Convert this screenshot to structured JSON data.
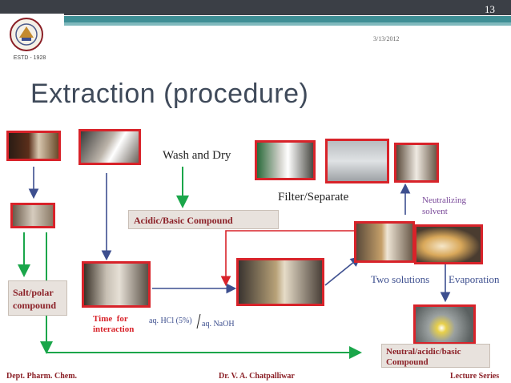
{
  "slide_number": "13",
  "date": "3/13/2012",
  "title": "Extraction (procedure)",
  "logo": {
    "estd": "ESTD - 1928"
  },
  "labels": {
    "wash_dry": "Wash and Dry",
    "filter_separate": "Filter/Separate",
    "neutralizing_solvent_1": "Neutralizing",
    "neutralizing_solvent_2": "solvent",
    "acidic_basic": "Acidic/Basic Compound",
    "salt_polar_1": "Salt/polar",
    "salt_polar_2": "compound",
    "time_1": "Time  for",
    "time_2": "interaction",
    "reagent_a": "aq. HCl (5%)",
    "reagent_sep": "/",
    "reagent_b": "aq. NaOH",
    "two_solutions": "Two solutions",
    "evaporation": "Evaporation",
    "neutral_1": "Neutral/acidic/basic",
    "neutral_2": "Compound"
  },
  "footer": {
    "left": "Dept. Pharm. Chem.",
    "center": "Dr. V. A. Chatpalliwar",
    "right": "Lecture Series"
  },
  "colors": {
    "arrow_blue": "#3d4f8f",
    "arrow_green": "#1aa64a",
    "arrow_red": "#d8232a",
    "accent_red": "#8b2027"
  }
}
